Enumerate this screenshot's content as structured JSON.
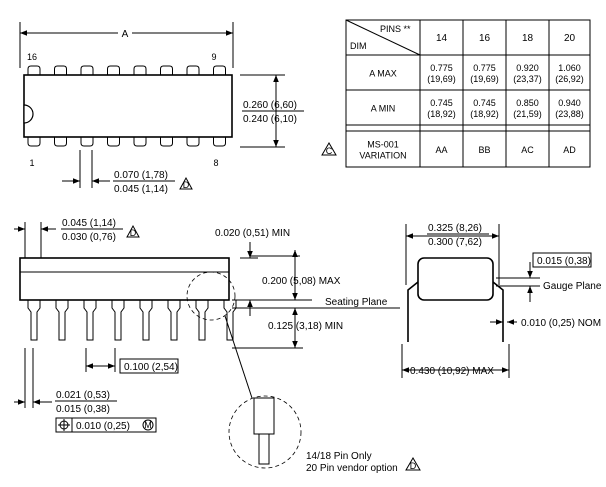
{
  "top_view": {
    "dim_a": "A",
    "pin_16": "16",
    "pin_9": "9",
    "pin_1": "1",
    "pin_8": "8",
    "width_max": "0.260 (6,60)",
    "width_min": "0.240 (6,10)",
    "pitch_max": "0.070 (1,78)",
    "pitch_min": "0.045 (1,14)",
    "note_d": "D"
  },
  "table": {
    "pins_label": "PINS **",
    "dim_label": "DIM",
    "pin_counts": [
      "14",
      "16",
      "18",
      "20"
    ],
    "rows": [
      {
        "label": "A  MAX",
        "values": [
          "0.775\n(19,69)",
          "0.775\n(19,69)",
          "0.920\n(23,37)",
          "1.060\n(26,92)"
        ]
      },
      {
        "label": "A  MIN",
        "values": [
          "0.745\n(18,92)",
          "0.745\n(18,92)",
          "0.850\n(21,59)",
          "0.940\n(23,88)"
        ]
      },
      {
        "label": "MS-001\nVARIATION",
        "values": [
          "AA",
          "BB",
          "AC",
          "AD"
        ]
      }
    ],
    "note_c": "C"
  },
  "side_view": {
    "lead_w_max": "0.045 (1,14)",
    "lead_w_min": "0.030 (0,76)",
    "note_d": "D",
    "standoff": "0.020 (0,51) MIN",
    "height_max": "0.200 (5,08) MAX",
    "seating_plane": "Seating Plane",
    "lead_len_min": "0.125 (3,18) MIN",
    "pin_pitch": "0.100 (2,54)",
    "lead_thk_max": "0.021 (0,53)",
    "lead_thk_min": "0.015 (0,38)",
    "tolerance": "0.010 (0,25)",
    "tolerance_mod": "M",
    "detail_note_1": "14/18 Pin Only",
    "detail_note_2": "20 Pin vendor option",
    "note_d2": "D"
  },
  "end_view": {
    "row_sp_max": "0.325 (8,26)",
    "row_sp_min": "0.300 (7,62)",
    "gauge_dim": "0.015 (0,38)",
    "gauge_plane": "Gauge Plane",
    "lead_t": "0.010 (0,25) NOM",
    "overall_max": "0.430 (10,92) MAX"
  }
}
